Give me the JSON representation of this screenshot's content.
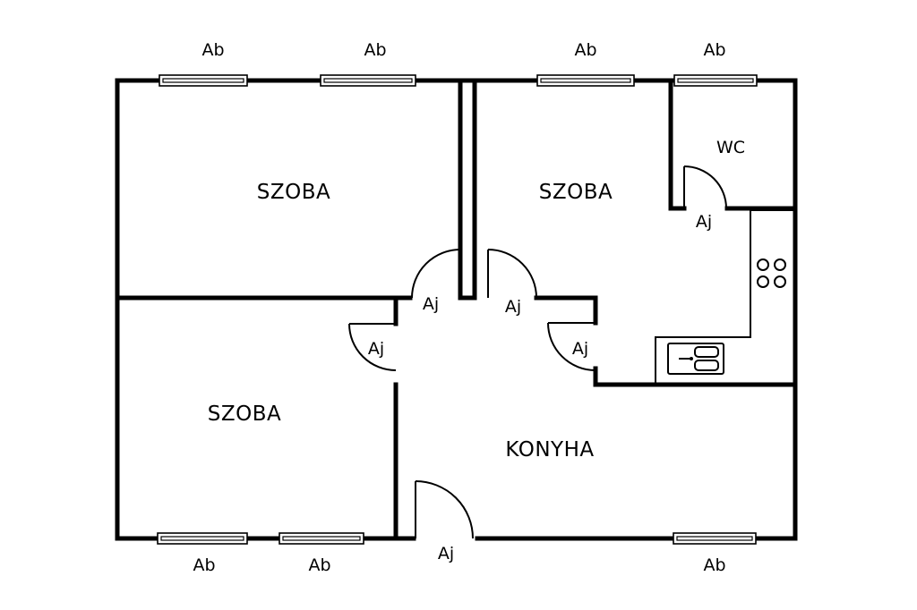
{
  "rooms": {
    "room_top_left": "SZOBA",
    "room_top_right": "SZOBA",
    "room_bottom_left": "SZOBA",
    "kitchen": "KONYHA",
    "wc": "WC"
  },
  "window_label": "Ab",
  "door_label": "Aj"
}
